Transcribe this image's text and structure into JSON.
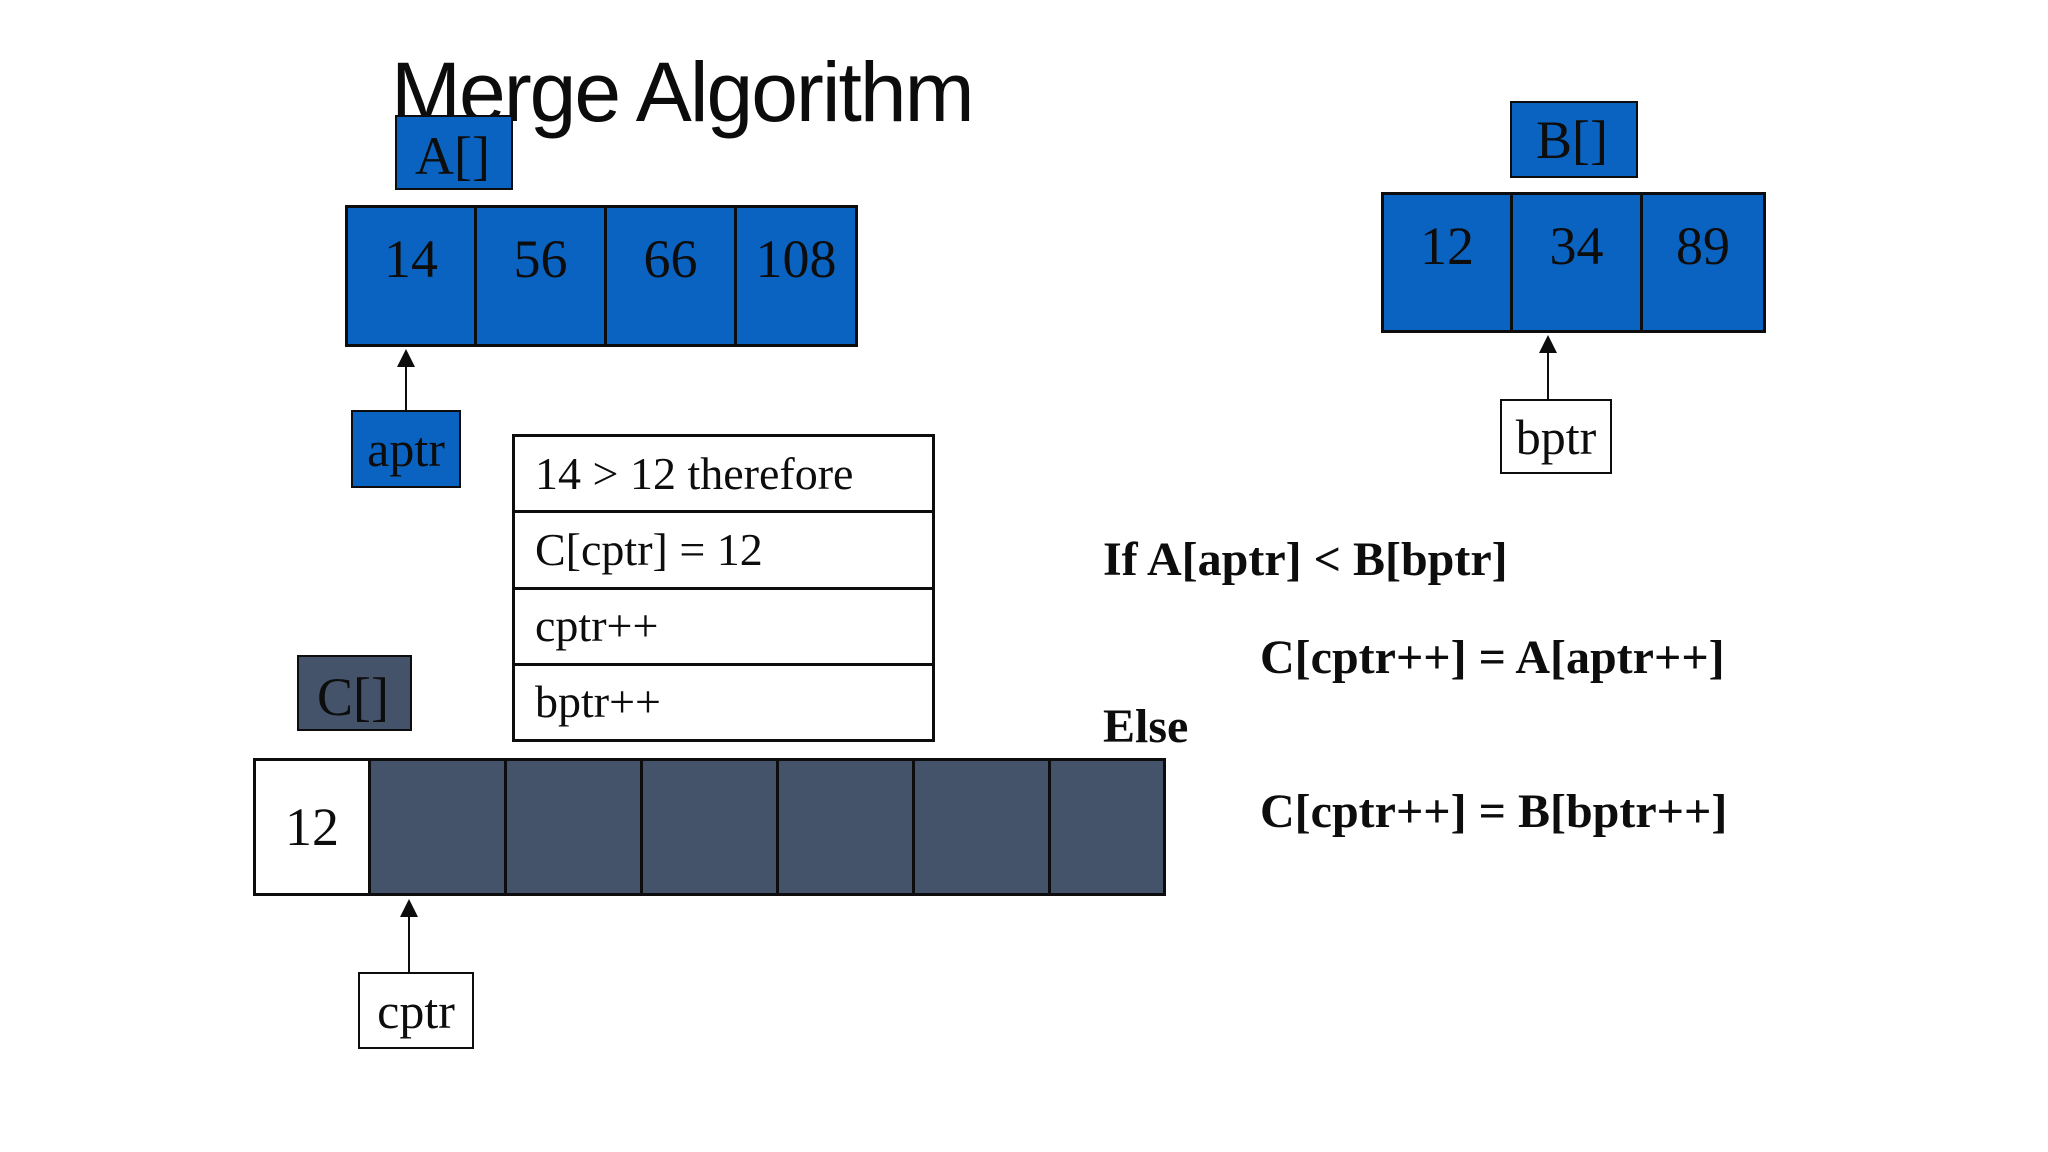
{
  "slide": {
    "title": "Merge Algorithm"
  },
  "colors": {
    "array_fill_blue": "#0b63c1",
    "array_fill_dark": "#44536a",
    "box_fill_white": "#ffffff",
    "border_black": "#0d0d0d"
  },
  "array_a": {
    "label": "A[]",
    "pointer_label": "aptr",
    "cells": [
      "14",
      "56",
      "66",
      "108"
    ]
  },
  "array_b": {
    "label": "B[]",
    "pointer_label": "bptr",
    "cells": [
      "12",
      "34",
      "89"
    ]
  },
  "array_c": {
    "label": "C[]",
    "pointer_label": "cptr",
    "cells": [
      "12",
      "",
      "",
      "",
      "",
      "",
      ""
    ]
  },
  "steps_table": {
    "rows": [
      "14 > 12 therefore",
      "C[cptr] = 12",
      "cptr++",
      "bptr++"
    ]
  },
  "pseudocode": {
    "line1": "If A[aptr] < B[bptr]",
    "line2": "C[cptr++] = A[aptr++]",
    "line3": "Else",
    "line4": "C[cptr++] = B[bptr++]"
  }
}
